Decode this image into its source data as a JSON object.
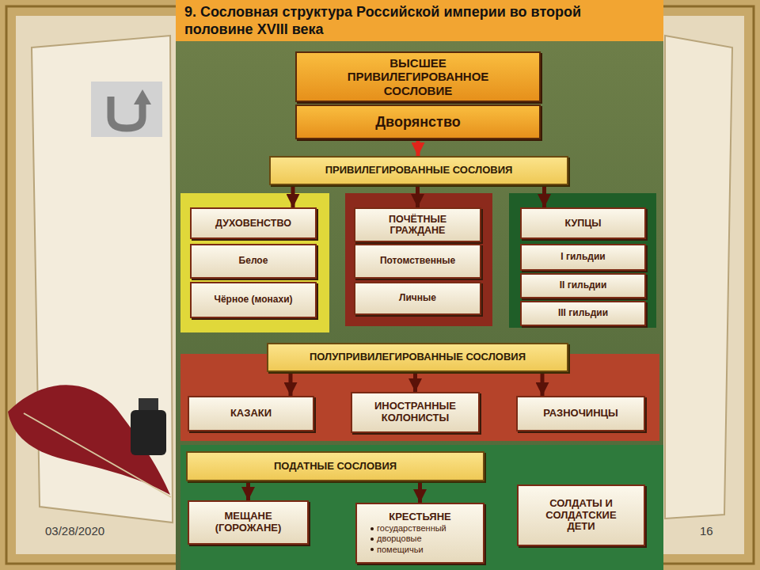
{
  "diagram": {
    "title": "9. Сословная структура Российской империи во второй половине XVIII века",
    "nodes": [
      {
        "text": [
          "ВЫСШЕЕ ПРИВИЛЕГИРОВАННОЕ СОСЛОВИЕ"
        ]
      },
      {
        "text": [
          "Дворянство"
        ]
      },
      {
        "text": [
          "ПРИВИЛЕГИРОВАННЫЕ СОСЛОВИЯ"
        ]
      },
      {
        "text": [
          "ДУХОВЕНСТВО"
        ]
      },
      {
        "text": [
          "Белое"
        ]
      },
      {
        "text": [
          "Чёрное (монахи)"
        ]
      },
      {
        "text": [
          "ПОЧЁТНЫЕ ГРАЖДАНЕ"
        ]
      },
      {
        "text": [
          "Потомственные"
        ]
      },
      {
        "text": [
          "Личные"
        ]
      },
      {
        "text": [
          "КУПЦЫ"
        ]
      },
      {
        "text": [
          "I гильдии"
        ]
      },
      {
        "text": [
          "II гильдии"
        ]
      },
      {
        "text": [
          "III гильдии"
        ]
      },
      {
        "text": [
          "ПОЛУПРИВИЛЕГИРОВАННЫЕ СОСЛОВИЯ"
        ]
      },
      {
        "text": [
          "КАЗАКИ"
        ]
      },
      {
        "text": [
          "ИНОСТРАННЫЕ КОЛОНИСТЫ"
        ]
      },
      {
        "text": [
          "РАЗНОЧИНЦЫ"
        ]
      },
      {
        "text": [
          "ПОДАТНЫЕ СОСЛОВИЯ"
        ]
      },
      {
        "text": [
          "МЕЩАНЕ (ГОРОЖАНЕ)"
        ]
      },
      {
        "text": [
          "КРЕСТЬЯНЕ",
          "государственный",
          "дворцовые",
          "помещичьи"
        ]
      },
      {
        "text": [
          "СОЛДАТЫ И СОЛДАТСКИЕ ДЕТИ"
        ]
      }
    ],
    "edges": [
      {
        "from": 1,
        "to": 2,
        "arrow": "to"
      },
      {
        "from": 2,
        "to": 3,
        "arrow": "to"
      },
      {
        "from": 2,
        "to": 6,
        "arrow": "to"
      },
      {
        "from": 2,
        "to": 9,
        "arrow": "to"
      },
      {
        "from": 13,
        "to": 14,
        "arrow": "to"
      },
      {
        "from": 13,
        "to": 15,
        "arrow": "to"
      },
      {
        "from": 13,
        "to": 16,
        "arrow": "to"
      },
      {
        "from": 17,
        "to": 18,
        "arrow": "to"
      },
      {
        "from": 17,
        "to": 19,
        "arrow": "to"
      }
    ],
    "labels": [
      "03/28/2020",
      "16"
    ]
  }
}
